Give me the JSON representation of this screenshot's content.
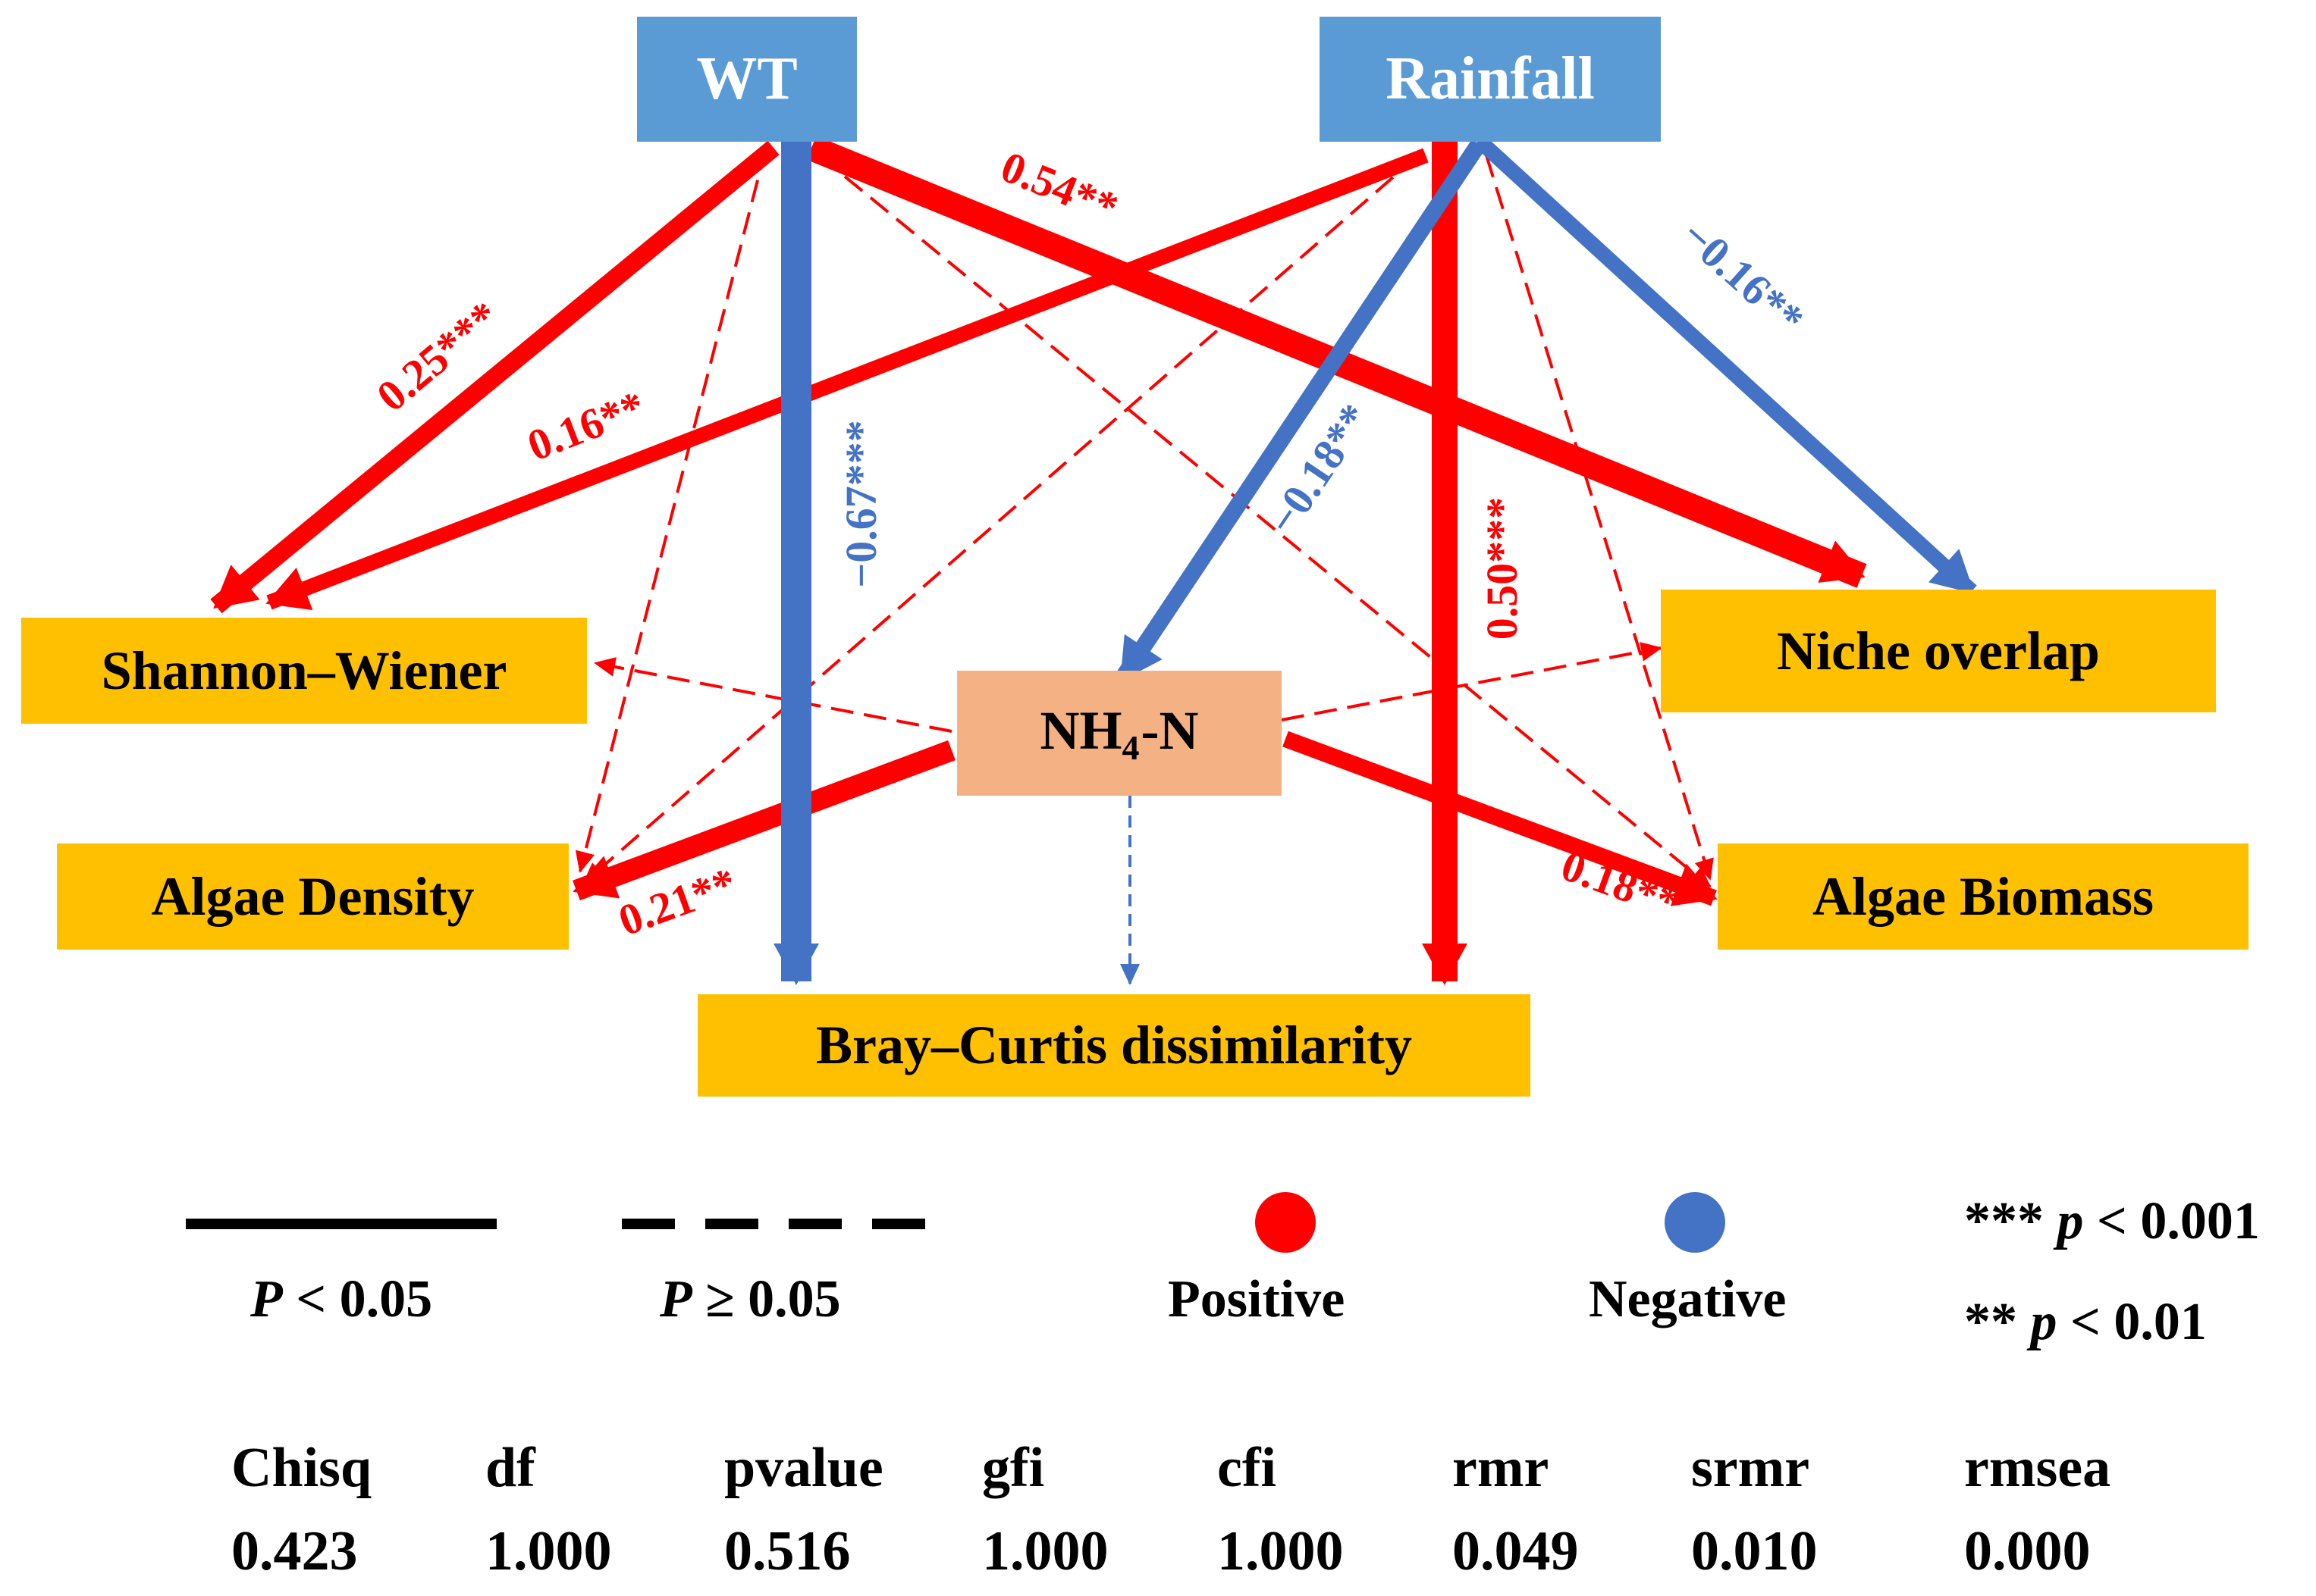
{
  "nodes": {
    "wt": "WT",
    "rainfall": "Rainfall",
    "shannon": "Shannon–Wiener",
    "algae_density": "Algae Density",
    "nh4_main": "NH",
    "nh4_sub": "4",
    "nh4_tail": "-N",
    "niche_overlap": "Niche overlap",
    "algae_biomass": "Algae Biomass",
    "bray_curtis": "Bray–Curtis dissimilarity"
  },
  "paths": {
    "wt_shannon": "0.25***",
    "wt_niche": "0.54**",
    "wt_bray": "−0.67***",
    "rainfall_shannon": "0.16**",
    "rainfall_niche": "−0.16**",
    "rainfall_nh4": "−0.18**",
    "rainfall_bray": "0.50***",
    "nh4_density": "0.21**",
    "nh4_biomass": "0.18**"
  },
  "colors": {
    "positive": "#ff0000",
    "negative": "#4472c4",
    "node_blue": "#5b9bd5",
    "node_gold": "#fec000",
    "node_peach": "#f4b183"
  },
  "legend": {
    "sig_prefix": "P",
    "sig_text": " < 0.05",
    "nonsig_prefix": "P",
    "nonsig_text": " ≥ 0.05",
    "positive": "Positive",
    "negative": "Negative",
    "p001_stars": "*** ",
    "p001_p": "p",
    "p001_rest": " < 0.001",
    "p01_stars": "** ",
    "p01_p": "p",
    "p01_rest": " < 0.01"
  },
  "fit_indices": [
    {
      "label": "Chisq",
      "value": "0.423"
    },
    {
      "label": "df",
      "value": "1.000"
    },
    {
      "label": "pvalue",
      "value": "0.516"
    },
    {
      "label": "gfi",
      "value": "1.000"
    },
    {
      "label": "cfi",
      "value": "1.000"
    },
    {
      "label": "rmr",
      "value": "0.049"
    },
    {
      "label": "srmr",
      "value": "0.010"
    },
    {
      "label": "rmsea",
      "value": "0.000"
    }
  ]
}
